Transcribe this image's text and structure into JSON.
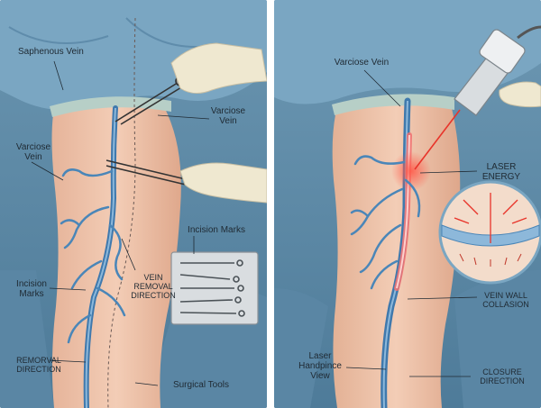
{
  "left_panel": {
    "saphenous_vein": "Saphenous Vein",
    "varicose_vein_top": "Varciose\nVein",
    "varicose_vein_side": "Varciose\nVein",
    "incision_marks_tray": "Incision Marks",
    "vein_removal_direction": "VEIN\nREMOVAL\nDIRECTION",
    "incision_marks_side": "Incision\nMarks",
    "removal_direction": "REMORVAL\nDIRECTION",
    "surgical_tools": "Surgical Tools"
  },
  "right_panel": {
    "varicose_vein": "Varciose Vein",
    "laser_energy": "LASER\nENERGY",
    "vein_wall_collapse": "VEIN WALL\nCOLLASION",
    "laser_handpiece_view": "Laser\nHandpince\nView",
    "closure_direction": "CLOSURE\nDIRECTION"
  },
  "colors": {
    "drape": "#6e9bb8",
    "drape_dark": "#4f7f9f",
    "skin": "#efc6ae",
    "vein": "#4a86b8",
    "vein_light": "#8db8da",
    "glove": "#efe8d0",
    "laser": "#e8342a"
  }
}
